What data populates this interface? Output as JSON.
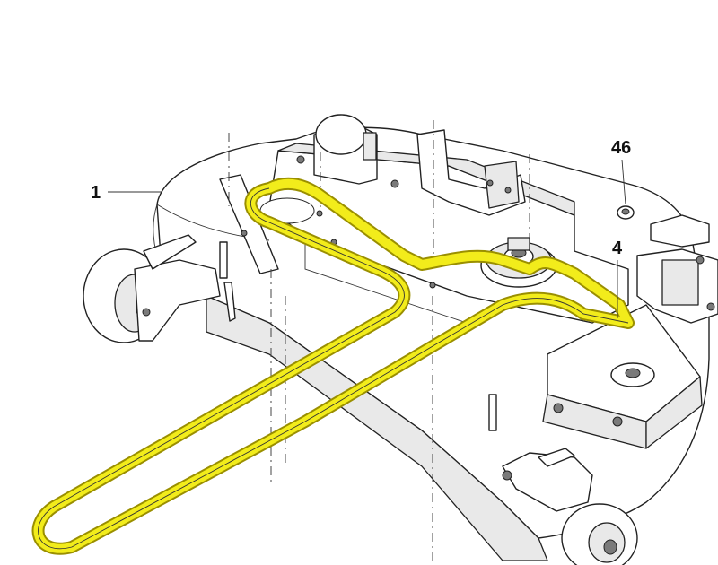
{
  "callouts": {
    "deck": "1",
    "belt_cover": "4",
    "nut": "46"
  },
  "colors": {
    "belt": "#f2ec1b",
    "belt_outline": "#9a8f00",
    "line_art": "#222222"
  }
}
